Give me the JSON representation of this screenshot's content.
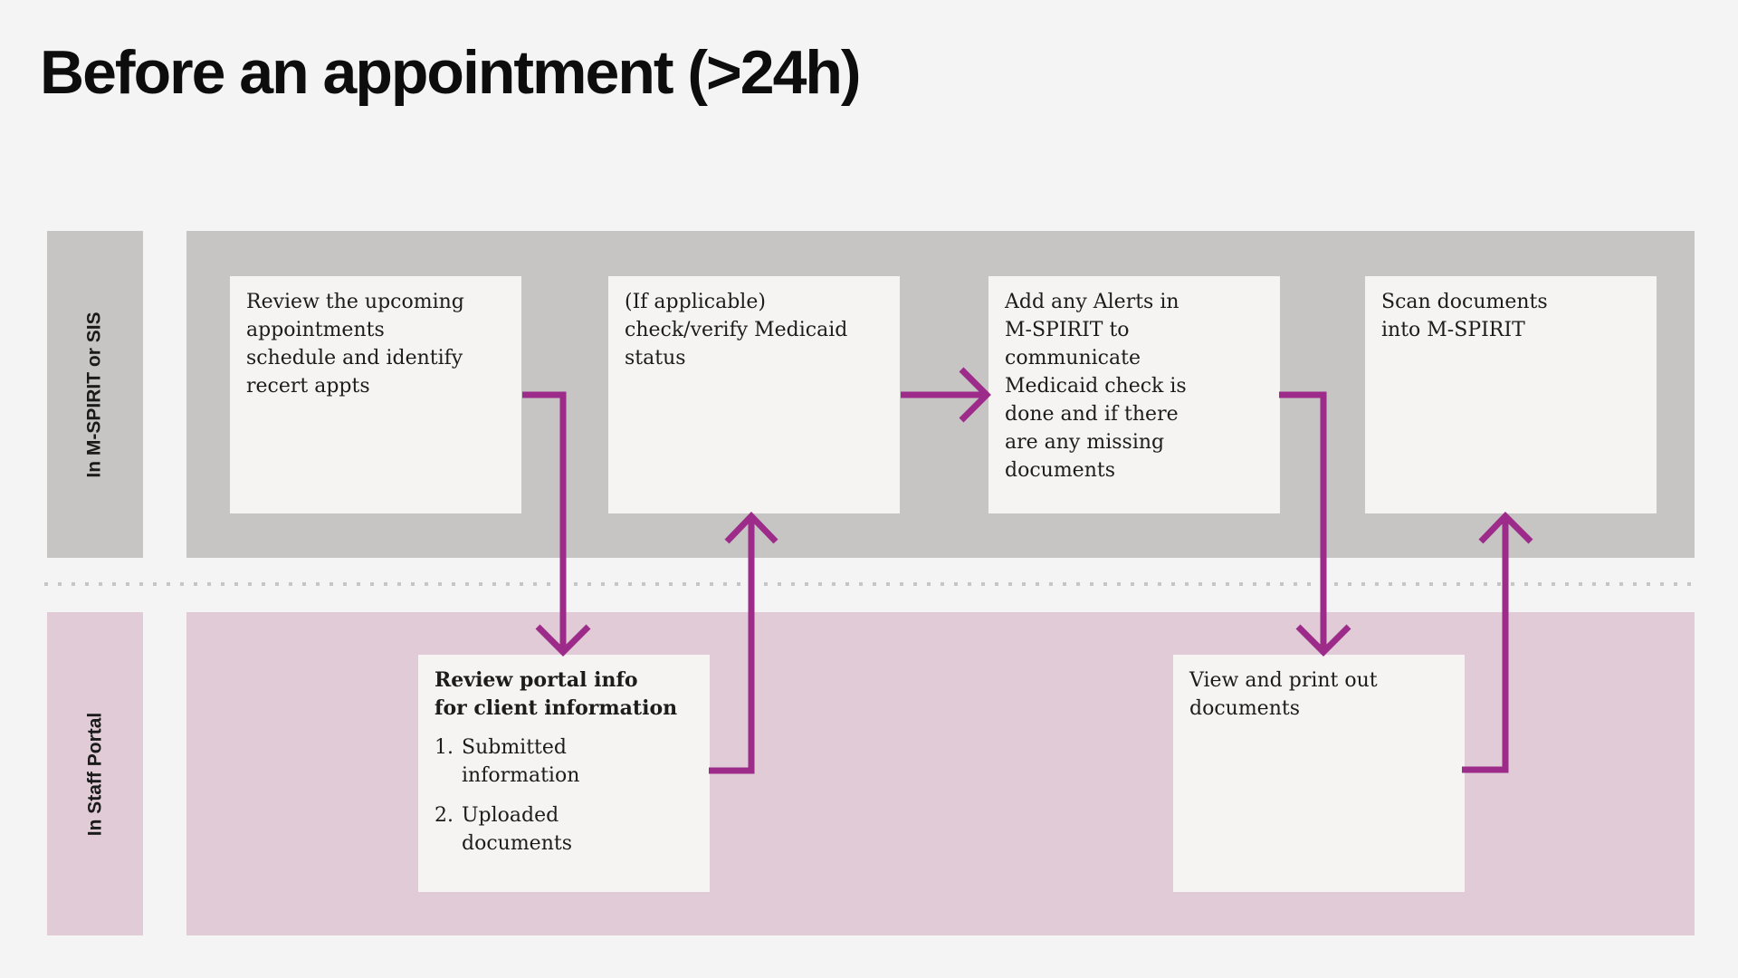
{
  "page": {
    "title": "Before an appointment (>24h)"
  },
  "colors": {
    "page_bg": "#f4f4f4",
    "title": "#0d0d0d",
    "lane_top": "#c6c5c4",
    "lane_bottom": "#e0cbd6",
    "box_bg": "#f5f4f3",
    "text": "#1d1c1a",
    "arrow": "#9c2b8a",
    "divider_dot": "#c6c6c6"
  },
  "lanes": {
    "top": {
      "label": "In M-SPIRIT or SIS"
    },
    "bottom": {
      "label": "In Staff Portal"
    }
  },
  "boxes": {
    "review_appointments": {
      "text": "Review the upcoming\nappointments\nschedule and identify\nrecert appts"
    },
    "check_medicaid": {
      "text": "(If applicable)\ncheck/verify Medicaid\nstatus"
    },
    "add_alerts": {
      "text": "Add any Alerts in\nM-SPIRIT to\ncommunicate\nMedicaid check is\ndone and if there\nare any missing\ndocuments"
    },
    "scan_documents": {
      "text": "Scan documents\ninto M-SPIRIT"
    },
    "review_portal": {
      "heading": "Review portal info\nfor client information",
      "items": [
        {
          "num": "1.",
          "text": "Submitted\ninformation"
        },
        {
          "num": "2.",
          "text": "Uploaded\ndocuments"
        }
      ]
    },
    "view_print": {
      "text": "View and print out\ndocuments"
    }
  }
}
